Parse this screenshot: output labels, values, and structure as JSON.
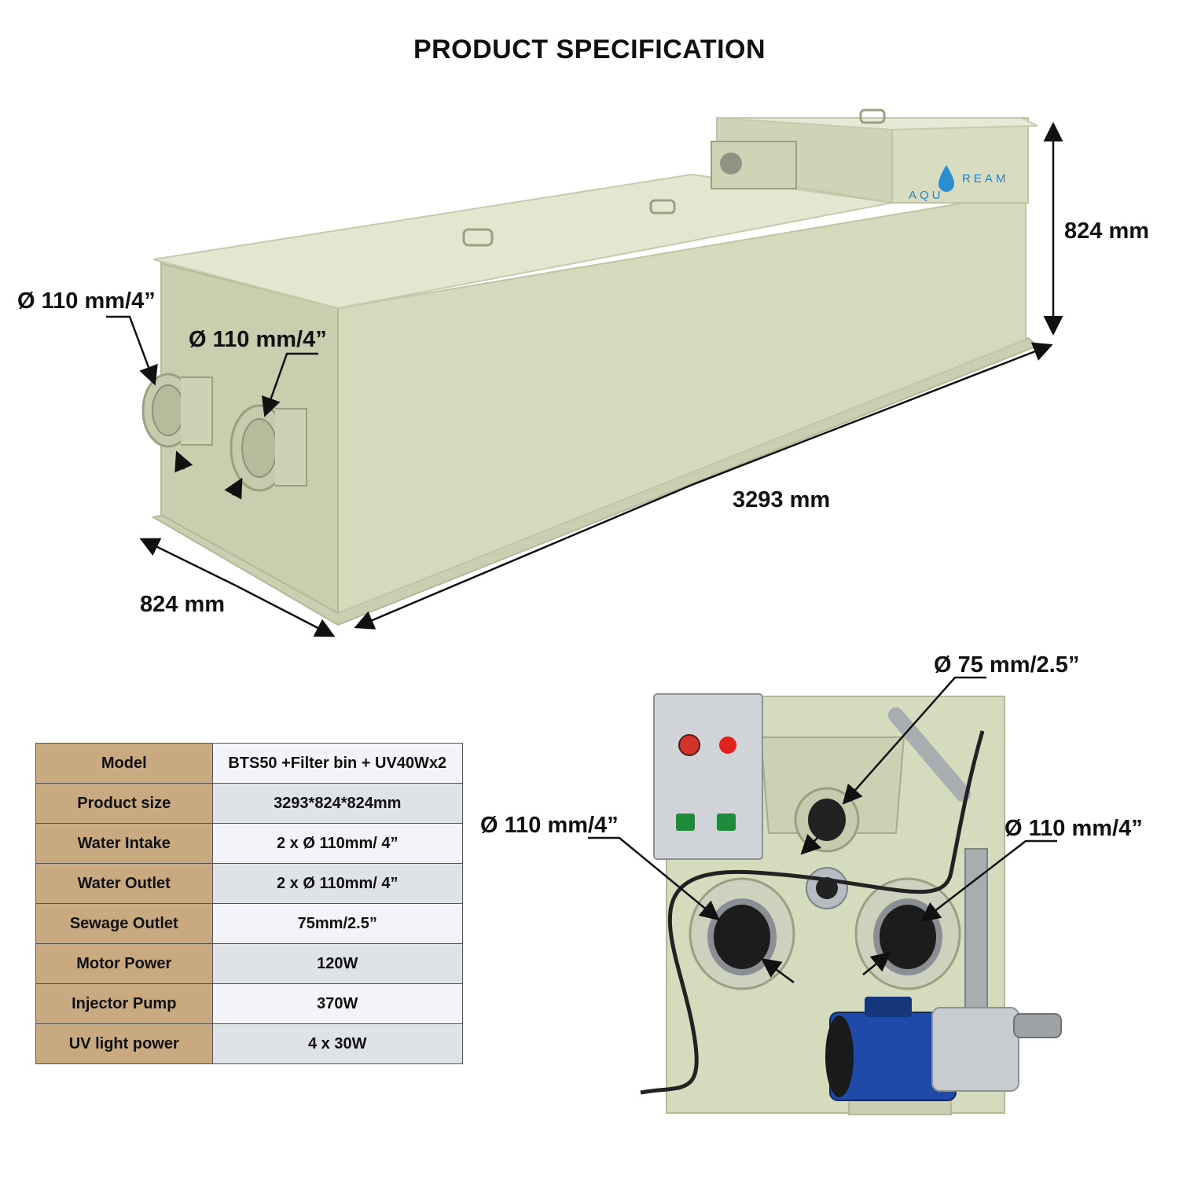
{
  "title": "PRODUCT SPECIFICATION",
  "brand_logo": "AQUADREAM",
  "top_view": {
    "height_label": "824 mm",
    "length_label": "3293 mm",
    "width_label": "824 mm",
    "port_left_label": "Ø 110 mm/4”",
    "port_right_label": "Ø 110 mm/4”"
  },
  "front_view": {
    "top_label": "Ø 75 mm/2.5”",
    "left_label": "Ø 110 mm/4”",
    "right_label": "Ø 110 mm/4”"
  },
  "spec_table": [
    {
      "key": "Model",
      "value": "BTS50 +Filter bin + UV40Wx2"
    },
    {
      "key": "Product size",
      "value": "3293*824*824mm"
    },
    {
      "key": "Water Intake",
      "value": "2 x Ø 110mm/ 4”"
    },
    {
      "key": "Water Outlet",
      "value": "2 x Ø 110mm/ 4”"
    },
    {
      "key": "Sewage Outlet",
      "value": "75mm/2.5”"
    },
    {
      "key": "Motor Power",
      "value": "120W"
    },
    {
      "key": "Injector Pump",
      "value": "370W"
    },
    {
      "key": "UV light power",
      "value": "4 x 30W"
    }
  ],
  "colors": {
    "tank": "#d6dcc0",
    "tank_dark": "#c3c9a9",
    "table_key_bg": "#c9a97f",
    "control_box": "#d2d5d9",
    "pump_blue": "#1f4aa8"
  }
}
